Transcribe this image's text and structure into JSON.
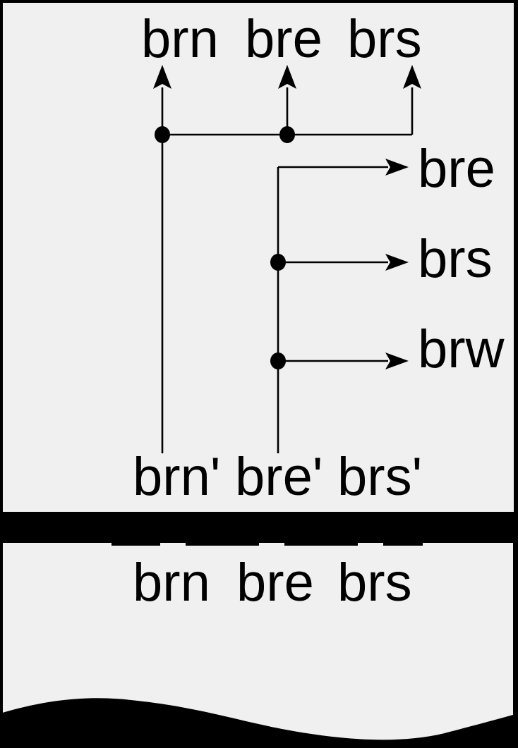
{
  "figure": {
    "colors": {
      "background": "#000000",
      "panel": "#f0f0f1",
      "ink": "#000000"
    },
    "upper_panel": {
      "top_labels": [
        "brn",
        "bre",
        "brs"
      ],
      "right_labels": [
        "bre",
        "brs",
        "brw"
      ],
      "bottom_labels": [
        "brn'",
        "bre'",
        "brs'"
      ]
    },
    "lower_panel": {
      "top_labels": [
        "brn",
        "bre",
        "brs"
      ]
    }
  }
}
